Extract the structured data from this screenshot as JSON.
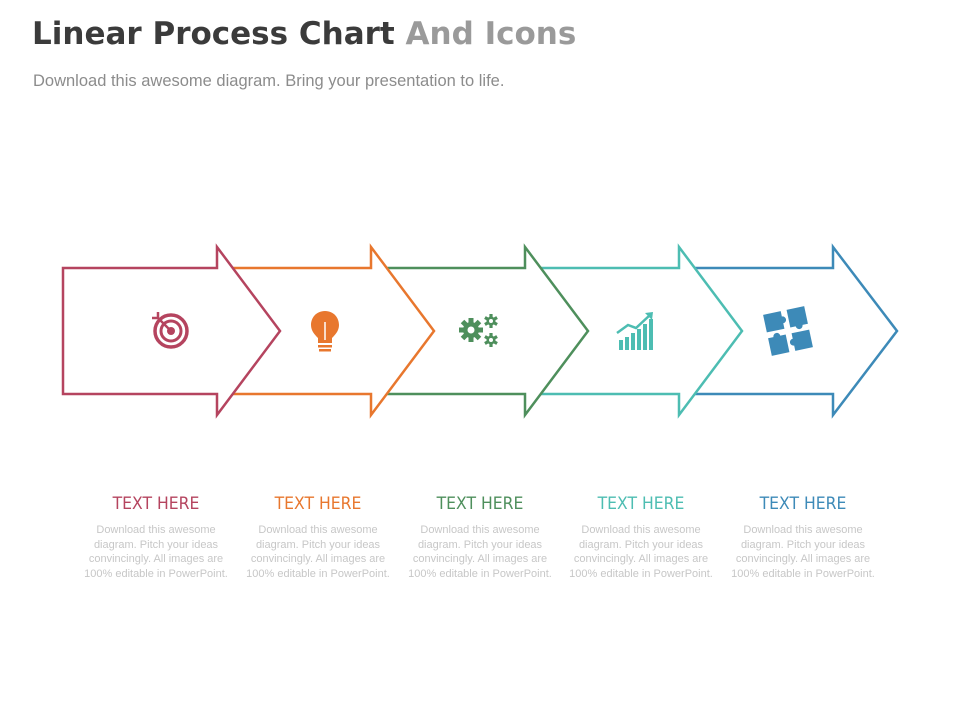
{
  "title": {
    "part1": "Linear Process Chart",
    "part2": "And Icons"
  },
  "subtitle": "Download this awesome diagram. Bring your presentation to life.",
  "steps": [
    {
      "color": "#b5445f",
      "icon": "target-icon",
      "heading": "TEXT HERE",
      "body": "Download this awesome diagram. Pitch your ideas convincingly. All images are 100% editable in PowerPoint."
    },
    {
      "color": "#e8772e",
      "icon": "lightbulb-icon",
      "heading": "TEXT HERE",
      "body": "Download this awesome diagram. Pitch your ideas convincingly. All images are 100% editable in PowerPoint."
    },
    {
      "color": "#4e8f5c",
      "icon": "gears-icon",
      "heading": "TEXT HERE",
      "body": "Download this awesome diagram. Pitch your ideas convincingly. All images are 100% editable in PowerPoint."
    },
    {
      "color": "#4dbdb2",
      "icon": "growth-chart-icon",
      "heading": "TEXT HERE",
      "body": "Download this awesome diagram. Pitch your ideas convincingly. All images are 100% editable in PowerPoint."
    },
    {
      "color": "#3d8ab8",
      "icon": "puzzle-icon",
      "heading": "TEXT HERE",
      "body": "Download this awesome diagram. Pitch your ideas convincingly. All images are 100% editable in PowerPoint."
    }
  ]
}
